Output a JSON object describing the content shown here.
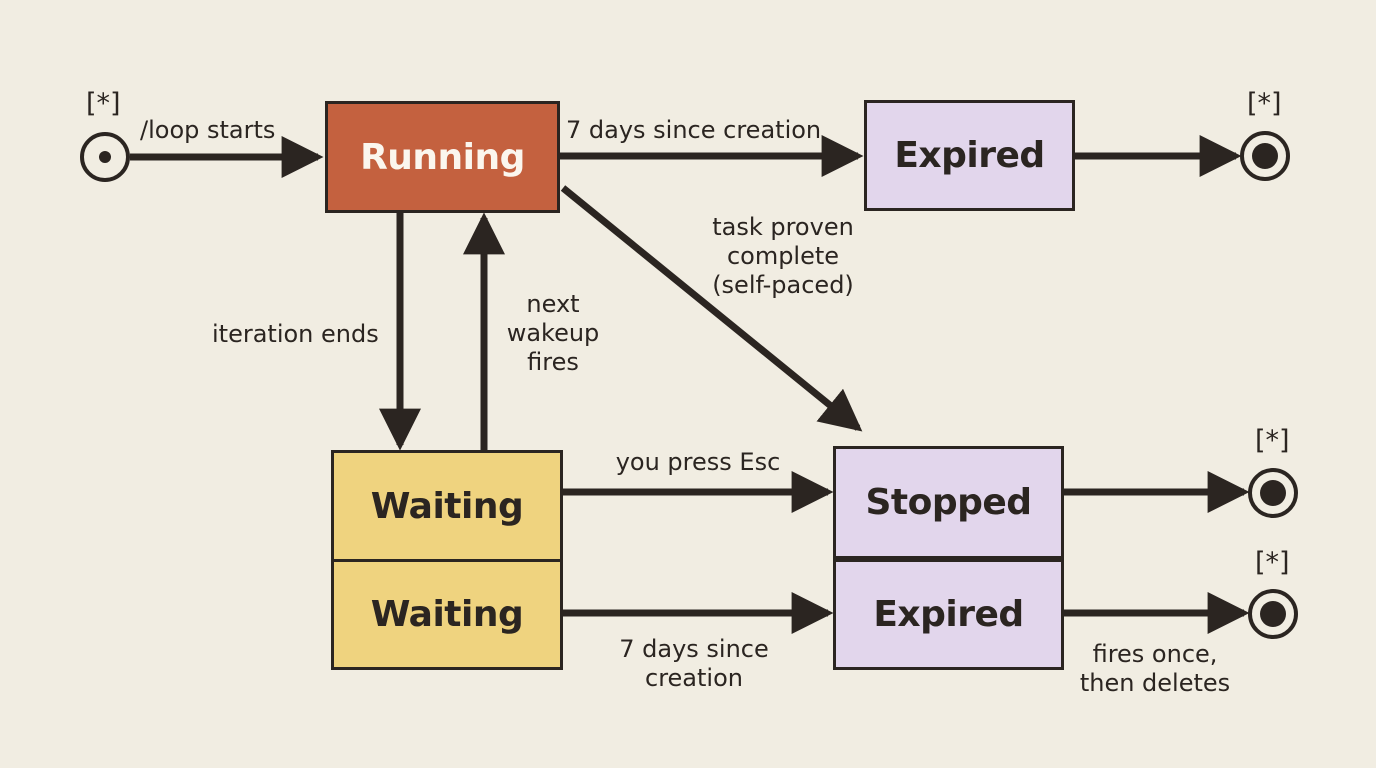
{
  "states": {
    "running": "Running",
    "expired_top": "Expired",
    "waiting_1": "Waiting",
    "waiting_2": "Waiting",
    "stopped": "Stopped",
    "expired_bottom": "Expired"
  },
  "pseudo": {
    "initial_marker": "[*]",
    "final_expired_marker": "[*]",
    "final_stopped_marker": "[*]",
    "final_bottom_marker": "[*]"
  },
  "transitions": {
    "start": "/loop starts",
    "running_to_expired": "7 days since creation",
    "task_complete": "task proven\ncomplete\n(self-paced)",
    "iteration_ends": "iteration ends",
    "next_wakeup": "next\nwakeup\nfires",
    "press_esc": "you press Esc",
    "waiting_expired": "7 days since\ncreation",
    "fires_once": "fires once,\nthen deletes"
  },
  "colors": {
    "running": "#c4613f",
    "waiting": "#efd37f",
    "end_state": "#e2d6ec",
    "ink": "#2b2521",
    "background": "#f1ede2"
  }
}
